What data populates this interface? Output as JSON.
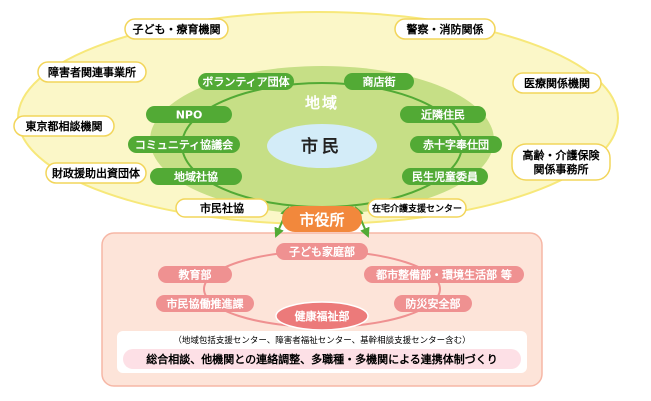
{
  "colors": {
    "outer_ellipse": "#fbf7c8",
    "outer_ellipse_border": "#f7e87a",
    "inner_ellipse": "#c6df86",
    "citizen_ellipse": "#d3ecf8",
    "green_pill": "#52aa35",
    "callout_bg": "#ffffff",
    "callout_border": "#f2d55a",
    "cityhall_bg": "#f2883c",
    "city_box_bg": "#fde4d9",
    "city_box_border": "#f6b7a6",
    "pink_pill": "#ef9191",
    "health_pill": "#ec7a7a",
    "bottom_bar": "#fde0e6"
  },
  "region": {
    "title": "地域",
    "center": "市民",
    "organizations": [
      "ボランティア団体",
      "商店街",
      "NPO",
      "近隣住民",
      "コミュニティ協議会",
      "赤十字奉仕団",
      "地域社協",
      "民生児童委員",
      "市民社協",
      "在宅介護支援センター"
    ]
  },
  "external_agencies": [
    "子ども・療育機関",
    "警察・消防関係",
    "障害者関連事業所",
    "医療関係機関",
    "東京都相談機関",
    "高齢・介護保険\n関係事務所",
    "財政援助出資団体"
  ],
  "city_hall": {
    "title": "市役所",
    "departments": [
      "子ども家庭部",
      "教育部",
      "都市整備部・環境生活部 等",
      "市民協働推進課",
      "防災安全部"
    ],
    "hub": "健康福祉部",
    "hub_note": "（地域包括支援センター、障害者福祉センター、基幹相談支援センター含む）",
    "mission": "総合相談、他機関との連絡調整、多職種・多機関による連携体制づくり"
  }
}
